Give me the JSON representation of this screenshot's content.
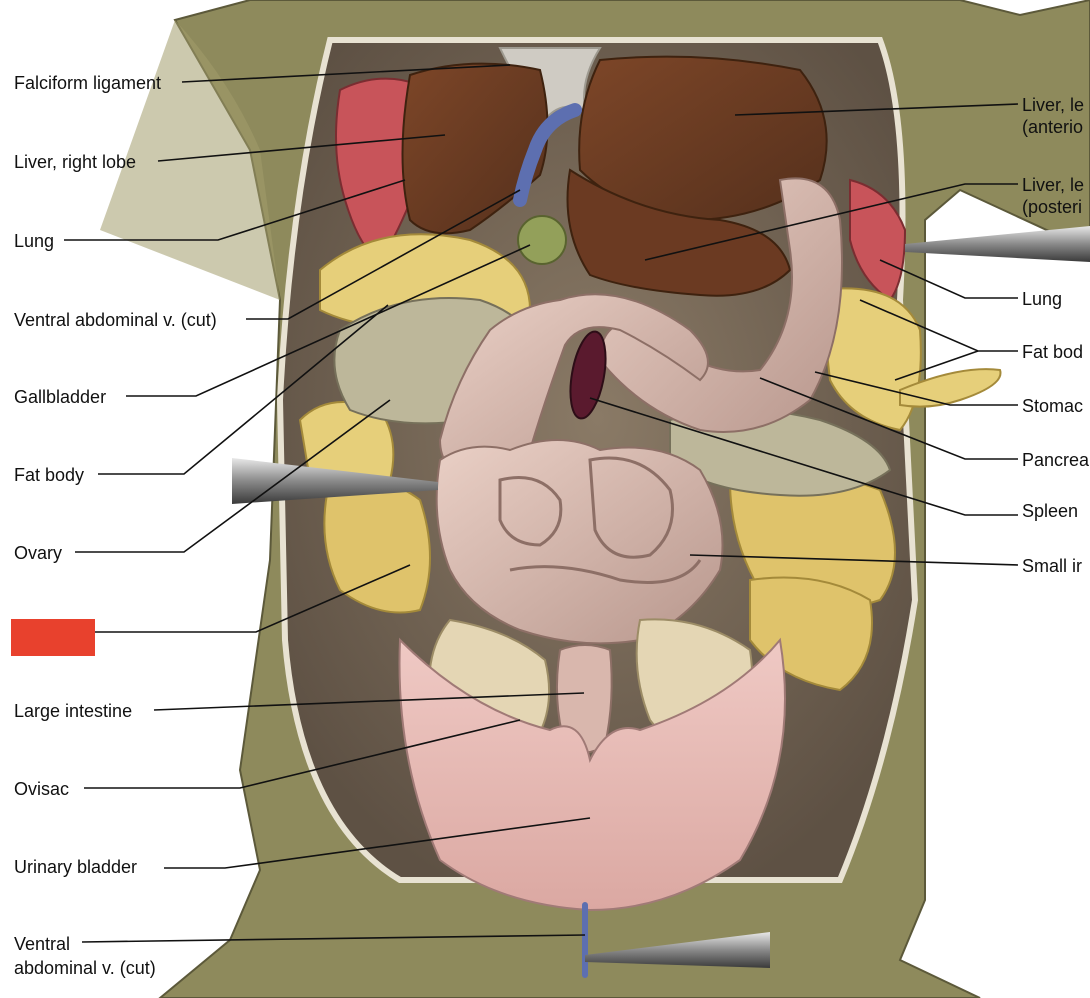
{
  "labels": {
    "falciform_ligament": "Falciform ligament",
    "liver_right_lobe": "Liver, right lobe",
    "lung_left": "Lung",
    "ventral_abdominal_v_cut_top": "Ventral abdominal v. (cut)",
    "gallbladder": "Gallbladder",
    "fat_body_left": "Fat body",
    "ovary": "Ovary",
    "large_intestine": "Large intestine",
    "ovisac": "Ovisac",
    "urinary_bladder": "Urinary bladder",
    "ventral_abdominal_v_cut_bottom_1": "Ventral",
    "ventral_abdominal_v_cut_bottom_2": "abdominal v. (cut)",
    "liver_left_anterior_1": "Liver, le",
    "liver_left_anterior_2": "(anterio",
    "liver_left_posterior_1": "Liver, le",
    "liver_left_posterior_2": "(posteri",
    "lung_right": "Lung",
    "fat_body_right": "Fat bod",
    "stomach": "Stomac",
    "pancreas": "Pancrea",
    "spleen": "Spleen",
    "small_intestine": "Small ir"
  },
  "colors": {
    "background_skin": "#8e8a5c",
    "cavity": "#7d6e5e",
    "liver": "#6b3a22",
    "lung": "#c8545a",
    "fat_body": "#e6cf7a",
    "pancreas": "#bdb79a",
    "intestine": "#d9b7ad",
    "spleen": "#5a1a2e",
    "gallbladder": "#93a05a",
    "vein": "#5d6fb0",
    "bladder": "#e9bfbc",
    "redacted_box": "#e8412d"
  }
}
